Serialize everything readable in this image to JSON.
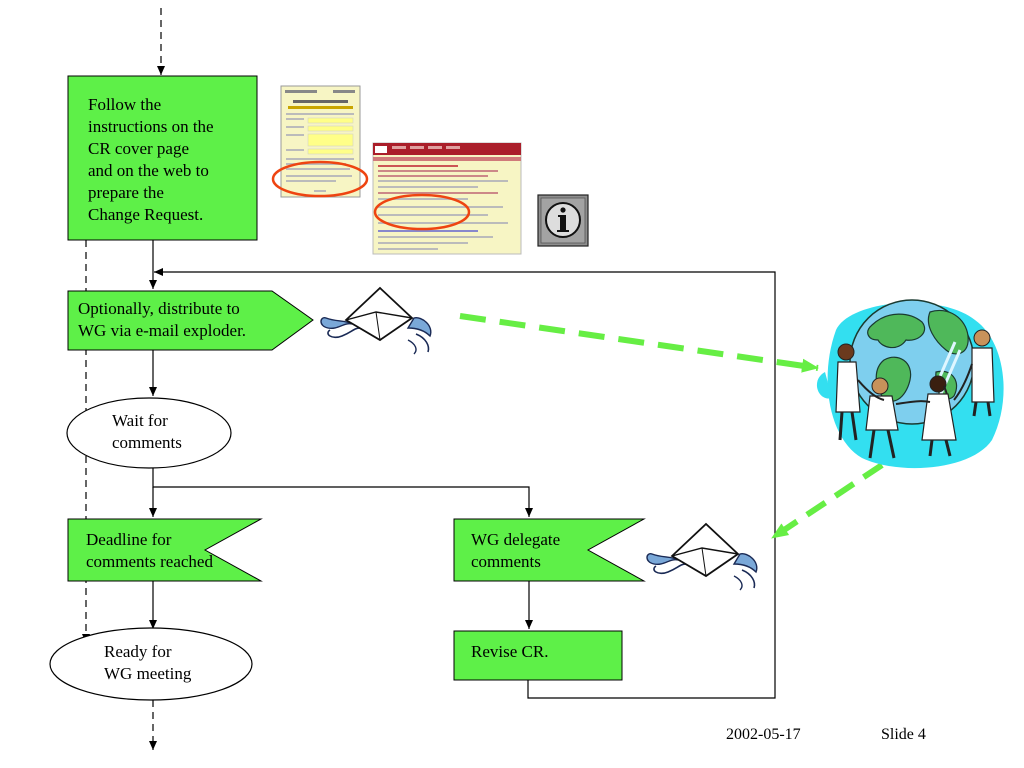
{
  "steps": {
    "prepare": "Follow the\ninstructions on the\nCR cover page\nand on the web to\nprepare the\nChange Request.",
    "distribute": "Optionally, distribute to\nWG via e-mail exploder.",
    "wait": "Wait for\ncomments",
    "deadline": "Deadline for\ncomments reached",
    "delegate": "WG delegate\ncomments",
    "revise": "Revise CR.",
    "ready": "Ready for\nWG meeting"
  },
  "icons": {
    "info": "info-icon",
    "email": "email-envelope-icon",
    "globe": "globe-people-icon"
  },
  "colors": {
    "step_fill": "#5ef048",
    "dashed_arrow": "#66ee44",
    "highlight": "#ee4411",
    "doc_yellow": "#f7f5c4"
  },
  "footer": {
    "date": "2002-05-17",
    "slide": "Slide 4"
  }
}
